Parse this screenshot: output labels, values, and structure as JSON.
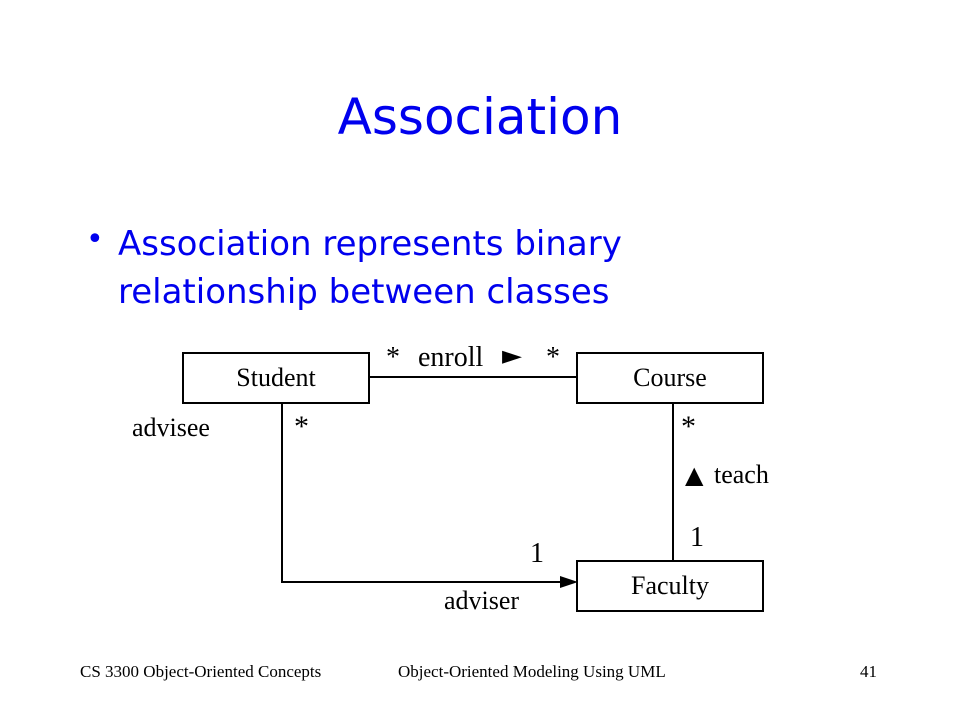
{
  "slide": {
    "title": "Association",
    "bullet": "Association represents binary relationship between classes"
  },
  "diagram": {
    "classes": {
      "student": "Student",
      "course": "Course",
      "faculty": "Faculty"
    },
    "associations": {
      "enroll": {
        "name": "enroll",
        "direction_glyph": "►",
        "mult_student": "*",
        "mult_course": "*"
      },
      "advise": {
        "role_student": "advisee",
        "mult_student": "*",
        "role_faculty": "adviser",
        "mult_faculty": "1"
      },
      "teach": {
        "name": "teach",
        "direction_glyph": "▲",
        "mult_course": "*",
        "mult_faculty": "1"
      }
    }
  },
  "footer": {
    "left": "CS 3300 Object-Oriented Concepts",
    "center": "Object-Oriented Modeling Using UML",
    "page": "41"
  }
}
